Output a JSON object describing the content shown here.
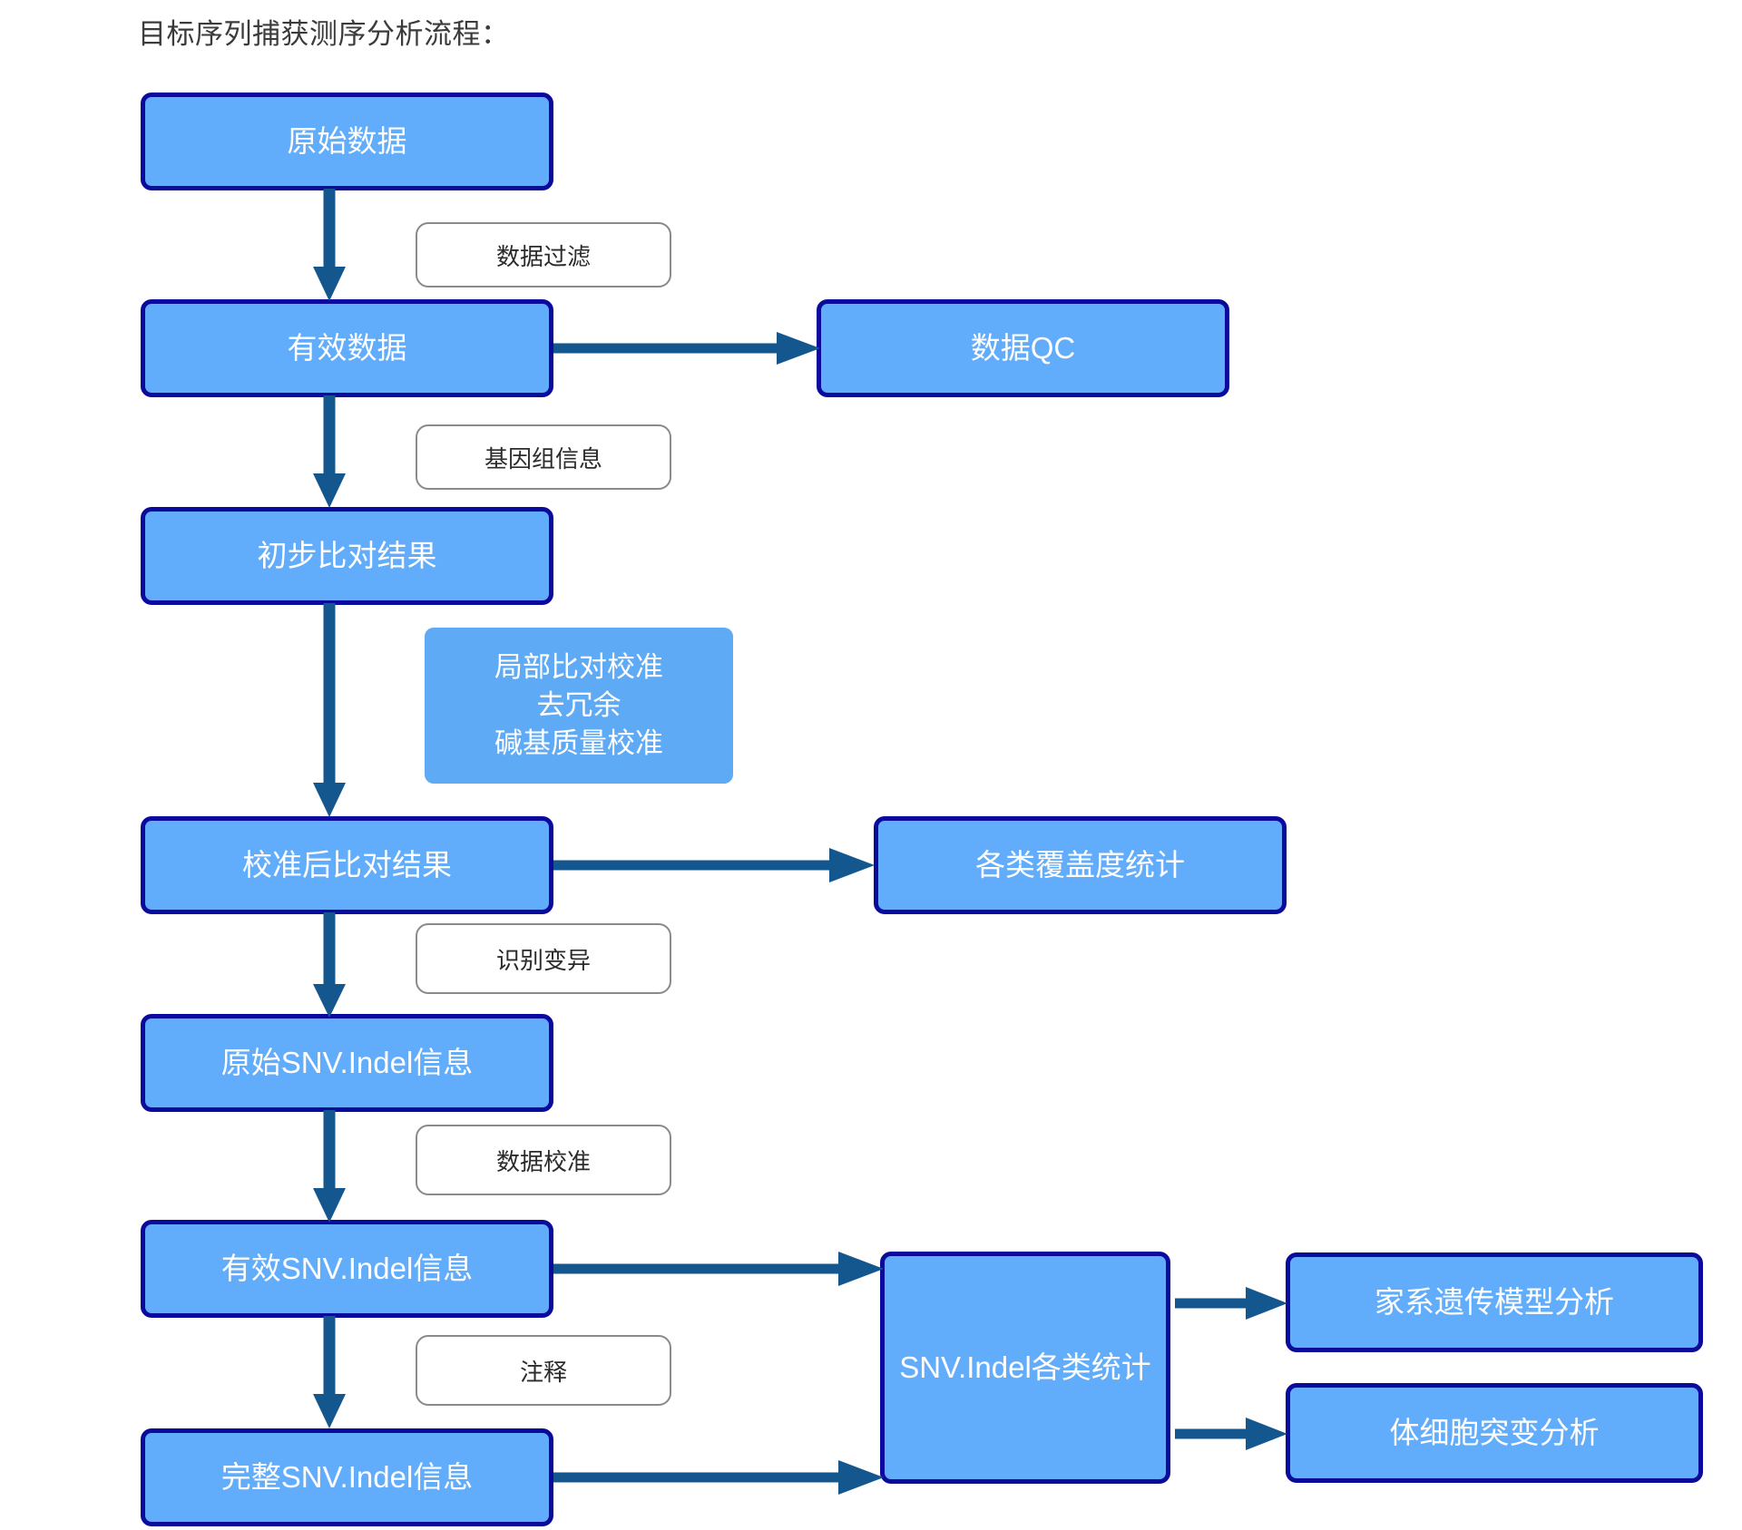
{
  "title": "目标序列捕获测序分析流程：",
  "colors": {
    "node_fill": "#62ADFB",
    "node_border": "#0A0A9C",
    "arrow": "#14578F",
    "label_border": "#8A8A8A",
    "node_text": "#FFFFFF",
    "label_text": "#2B2B2B",
    "background": "#FFFFFF"
  },
  "nodes": {
    "raw_data": "原始数据",
    "valid_data": "有效数据",
    "data_qc": "数据QC",
    "initial_alignment": "初步比对结果",
    "calibrated_alignment": "校准后比对结果",
    "coverage_stats": "各类覆盖度统计",
    "raw_snv_indel": "原始SNV.Indel信息",
    "valid_snv_indel": "有效SNV.Indel信息",
    "complete_snv_indel": "完整SNV.Indel信息",
    "snv_indel_stats": "SNV.Indel各类统计",
    "pedigree_analysis": "家系遗传模型分析",
    "somatic_analysis": "体细胞突变分析"
  },
  "edge_labels": {
    "data_filter": "数据过滤",
    "genome_info": "基因组信息",
    "recalibration_block": "局部比对校准\n去冗余\n碱基质量校准",
    "variant_calling": "识别变异",
    "data_calibration": "数据校准",
    "annotation": "注释"
  },
  "arrows": {
    "raw_to_valid": "down-arrow",
    "valid_to_qc": "right-arrow",
    "valid_to_initial": "down-arrow",
    "initial_to_calibrated": "down-arrow",
    "calibrated_to_coverage": "right-arrow",
    "calibrated_to_rawsnv": "down-arrow",
    "rawsnv_to_validsnv": "down-arrow",
    "validsnv_to_stats": "right-arrow",
    "validsnv_to_complete": "down-arrow",
    "complete_to_stats": "right-arrow",
    "stats_to_pedigree": "right-arrow",
    "stats_to_somatic": "right-arrow"
  }
}
